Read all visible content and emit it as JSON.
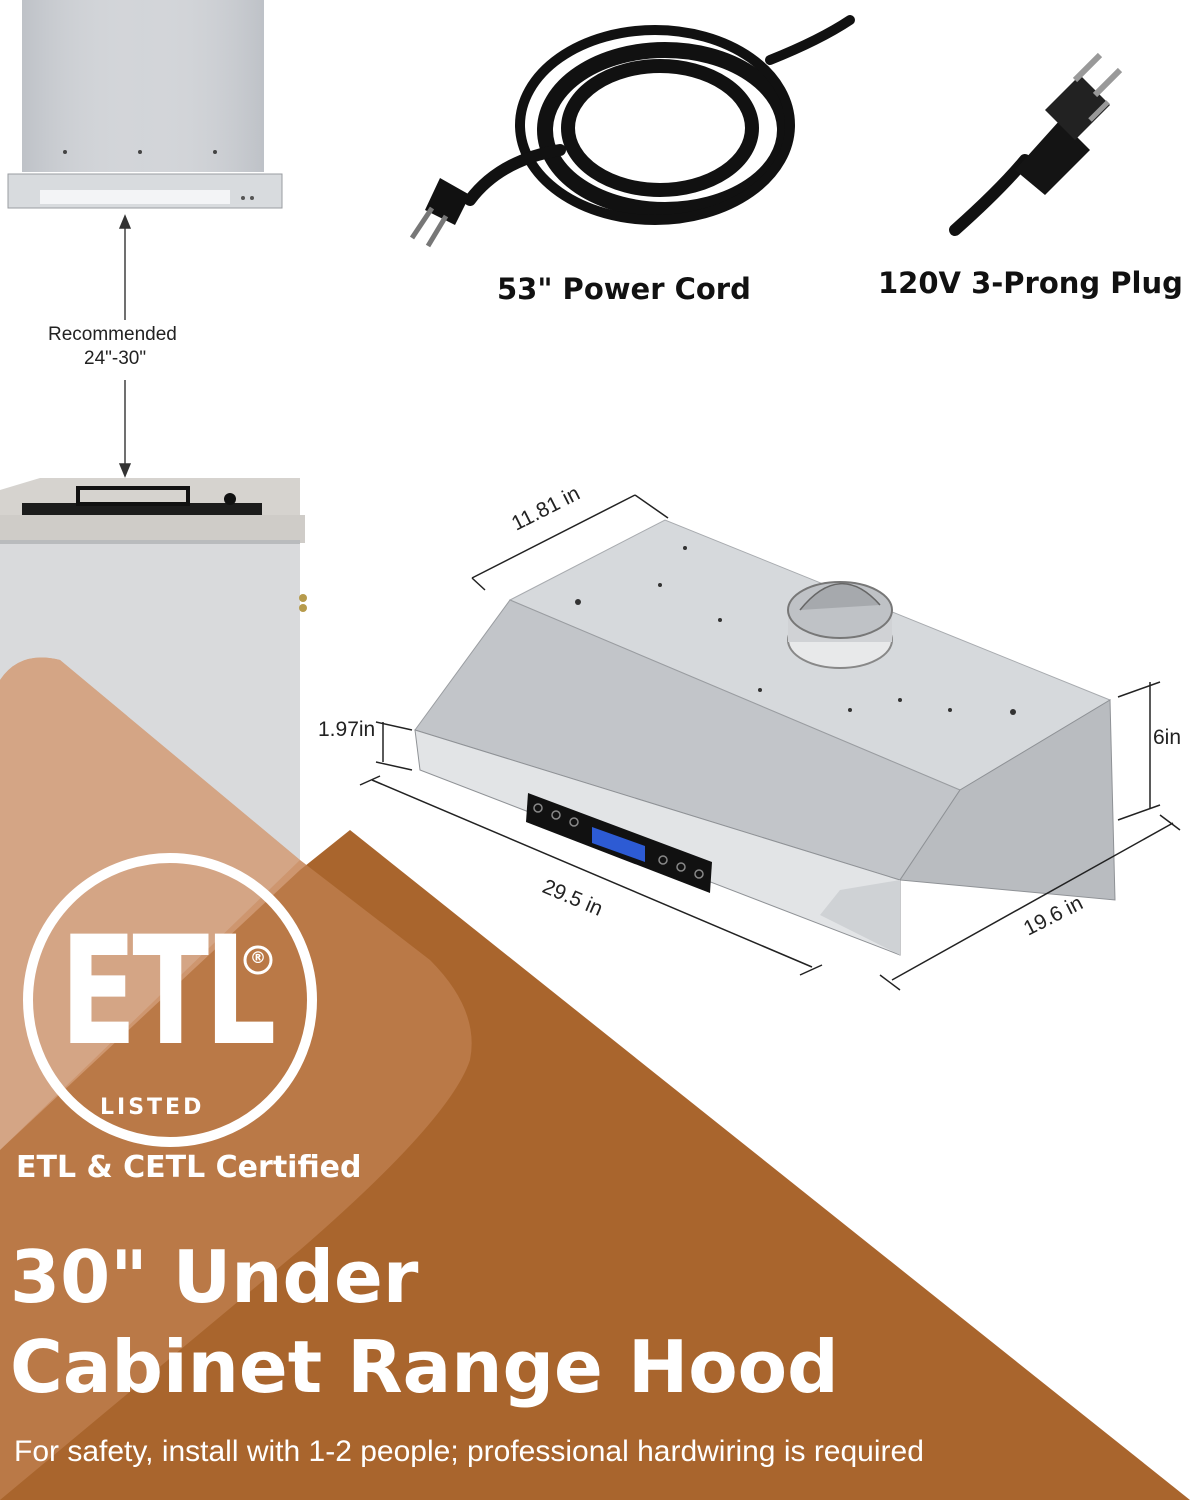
{
  "accessories": {
    "cord_label": "53\" Power Cord",
    "plug_label": "120V 3-Prong Plug"
  },
  "install": {
    "recommended_label": "Recommended",
    "height_range": "24\"-30\""
  },
  "dimensions": {
    "depth_top": "11.81 in",
    "front_lip": "1.97in",
    "height": "6in",
    "width": "29.5 in",
    "depth_side": "19.6 in"
  },
  "certification": {
    "logo_letters": "ETL",
    "logo_listed": "LISTED",
    "logo_mark": "®",
    "certified_text": "ETL & CETL Certified"
  },
  "headline": {
    "line1": "30\" Under",
    "line2": "Cabinet Range Hood"
  },
  "note": "For safety, install with 1-2 people; professional hardwiring is required",
  "colors": {
    "brown": "#a9652d",
    "tan": "#d4a585",
    "steel": "#c9ccd0"
  }
}
